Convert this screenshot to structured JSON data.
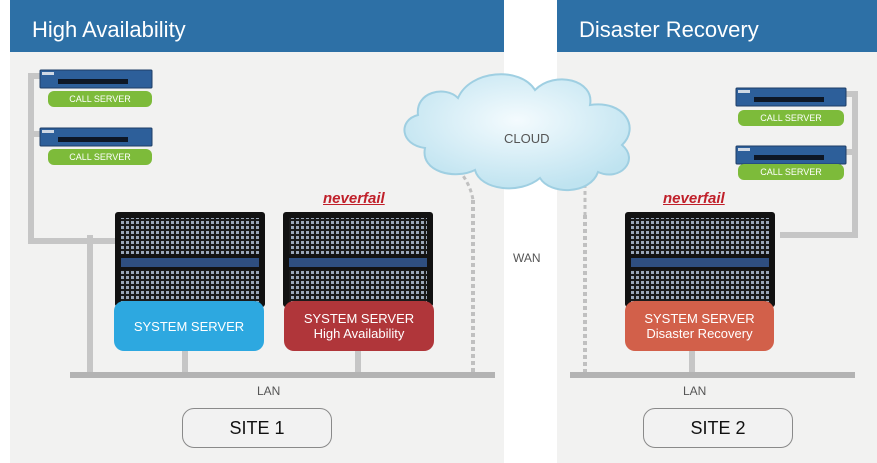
{
  "left_panel": {
    "title": "High Availability"
  },
  "right_panel": {
    "title": "Disaster Recovery"
  },
  "call_server_label": "CALL SERVER",
  "cloud_label": "CLOUD",
  "wan_label": "WAN",
  "lan_label": "LAN",
  "brand_label": "neverfail",
  "site1": {
    "system_server": "SYSTEM SERVER",
    "ha_server_line1": "SYSTEM SERVER",
    "ha_server_line2": "High Availability",
    "site_label": "SITE 1"
  },
  "site2": {
    "dr_server_line1": "SYSTEM SERVER",
    "dr_server_line2": "Disaster Recovery",
    "site_label": "SITE 2"
  },
  "colors": {
    "header": "#2d70a6",
    "call_server": "#7dbb3a",
    "system_server": "#2da8e0",
    "ha_server": "#b0363a",
    "dr_server": "#d2604a",
    "neverfail": "#c0202a"
  },
  "icons": [
    "server-rack-icon",
    "call-server-unit-icon",
    "cloud-icon"
  ]
}
